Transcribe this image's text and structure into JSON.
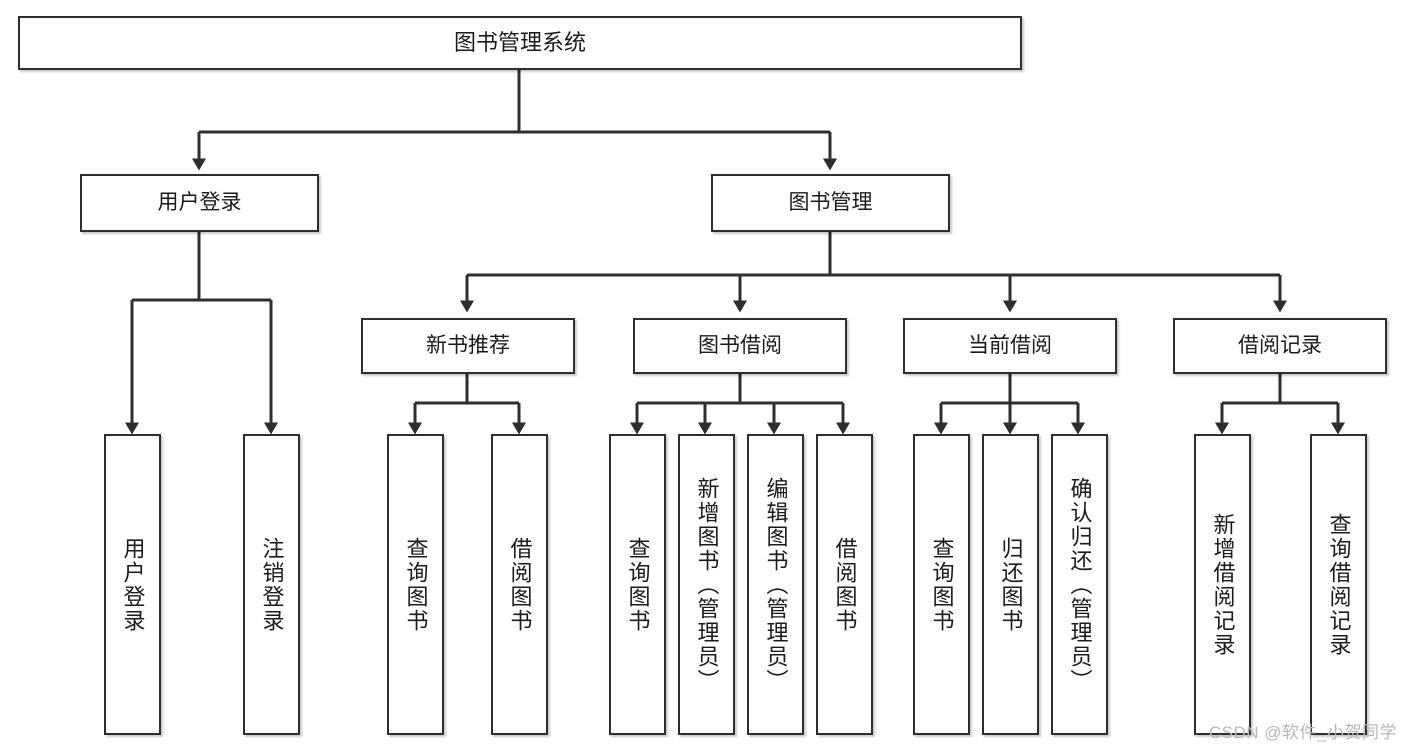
{
  "diagram": {
    "title": "图书管理系统",
    "watermark": "CSDN @软件_小贺同学",
    "colors": {
      "background": "#ffffff",
      "box_border": "#2e2e2e",
      "box_fill": "#ffffff",
      "connector": "#2e2e2e",
      "text": "#1b1b1b",
      "watermark": "#b8b8b8"
    },
    "levels": {
      "root": "图书管理系统",
      "level2": [
        "用户登录",
        "图书管理"
      ],
      "level3": [
        "新书推荐",
        "图书借阅",
        "当前借阅",
        "借阅记录"
      ],
      "leaves": [
        "用户登录",
        "注销登录",
        "查询图书",
        "借阅图书",
        "查询图书",
        "新增图书（管理员）",
        "编辑图书（管理员）",
        "借阅图书",
        "查询图书",
        "归还图书",
        "确认归还（管理员）",
        "新增借阅记录",
        "查询借阅记录"
      ]
    },
    "nodes": {
      "root": {
        "label": "图书管理系统"
      },
      "user_login": {
        "label": "用户登录"
      },
      "book_manage": {
        "label": "图书管理"
      },
      "new_book_rec": {
        "label": "新书推荐"
      },
      "book_borrow": {
        "label": "图书借阅"
      },
      "current_borrow": {
        "label": "当前借阅"
      },
      "borrow_record": {
        "label": "借阅记录"
      },
      "leaf_user_login": {
        "label": "用户登录"
      },
      "leaf_logout": {
        "label": "注销登录"
      },
      "leaf_query_book_1": {
        "label": "查询图书"
      },
      "leaf_borrow_book_1": {
        "label": "借阅图书"
      },
      "leaf_query_book_2": {
        "label": "查询图书"
      },
      "leaf_add_book_admin": {
        "label": "新增图书（管理员）"
      },
      "leaf_edit_book_admin": {
        "label": "编辑图书（管理员）"
      },
      "leaf_borrow_book_2": {
        "label": "借阅图书"
      },
      "leaf_query_book_3": {
        "label": "查询图书"
      },
      "leaf_return_book": {
        "label": "归还图书"
      },
      "leaf_confirm_return_admin": {
        "label": "确认归还（管理员）"
      },
      "leaf_add_borrow_record": {
        "label": "新增借阅记录"
      },
      "leaf_query_borrow_record": {
        "label": "查询借阅记录"
      }
    }
  }
}
